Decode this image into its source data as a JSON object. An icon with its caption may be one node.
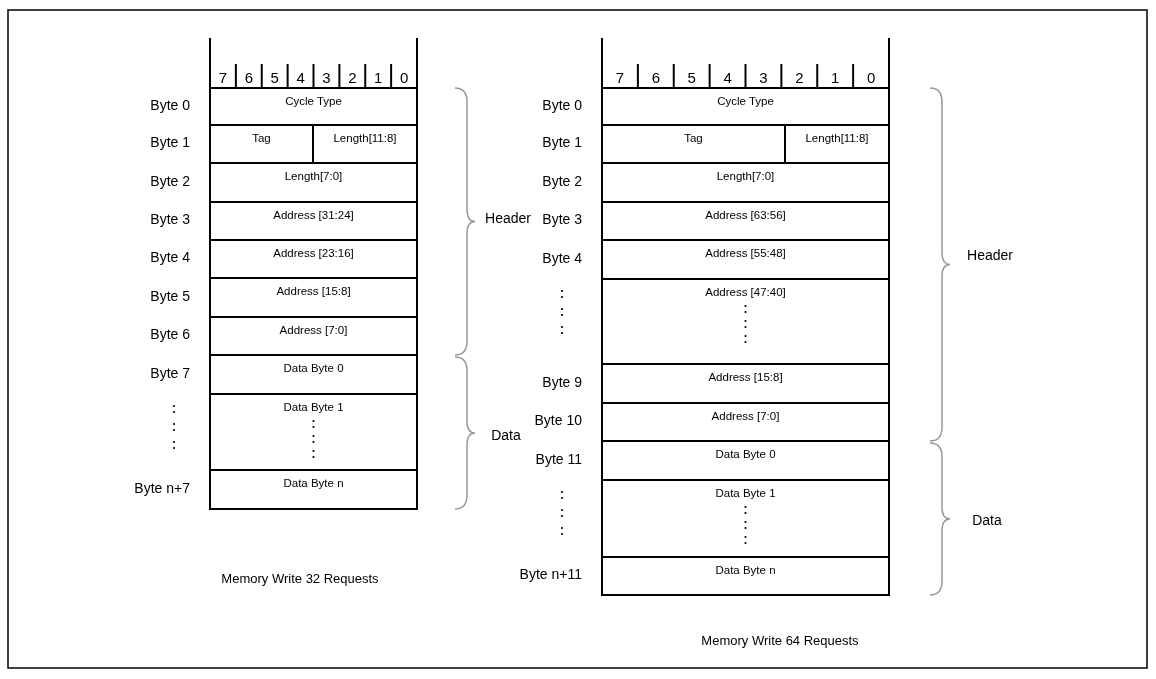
{
  "diagram": {
    "nodes": [
      {
        "text": [
          "Cycle Type"
        ],
        "beside": [
          "Byte 0"
        ]
      },
      {
        "text": [
          "Tag"
        ],
        "beside": [
          "Byte 1"
        ]
      },
      {
        "text": [
          "Length[11:8]"
        ]
      },
      {
        "text": [
          "Length[7:0]"
        ],
        "beside": [
          "Byte 2"
        ]
      },
      {
        "text": [
          "Address [31:24]"
        ],
        "beside": [
          "Byte 3"
        ]
      },
      {
        "text": [
          "Address [23:16]"
        ],
        "beside": [
          "Byte 4"
        ]
      },
      {
        "text": [
          "Address [15:8]"
        ],
        "beside": [
          "Byte 5"
        ]
      },
      {
        "text": [
          "Address [7:0]"
        ],
        "beside": [
          "Byte 6"
        ]
      },
      {
        "text": [
          "Data Byte 0"
        ],
        "beside": [
          "Byte 7"
        ]
      },
      {
        "text": [
          "Data Byte 1"
        ]
      },
      {
        "text": [
          "Data Byte n"
        ],
        "beside": [
          "Byte n+7"
        ]
      },
      {
        "text": [
          "Cycle Type"
        ],
        "beside": [
          "Byte 0"
        ]
      },
      {
        "text": [
          "Tag"
        ],
        "beside": [
          "Byte 1"
        ]
      },
      {
        "text": [
          "Length[11:8]"
        ]
      },
      {
        "text": [
          "Length[7:0]"
        ],
        "beside": [
          "Byte 2"
        ]
      },
      {
        "text": [
          "Address [63:56]"
        ],
        "beside": [
          "Byte 3"
        ]
      },
      {
        "text": [
          "Address [55:48]"
        ],
        "beside": [
          "Byte 4"
        ]
      },
      {
        "text": [
          "Address [47:40]"
        ]
      },
      {
        "text": [
          "Address [15:8]"
        ],
        "beside": [
          "Byte 9"
        ]
      },
      {
        "text": [
          "Address [7:0]"
        ],
        "beside": [
          "Byte 10"
        ]
      },
      {
        "text": [
          "Data Byte 0"
        ],
        "beside": [
          "Byte 11"
        ]
      },
      {
        "text": [
          "Data Byte 1"
        ]
      },
      {
        "text": [
          "Data Byte n"
        ],
        "beside": [
          "Byte n+11"
        ]
      }
    ],
    "labels": [
      "7",
      "6",
      "5",
      "4",
      "3",
      "2",
      "1",
      "0",
      "7",
      "6",
      "5",
      "4",
      "3",
      "2",
      "1",
      "0",
      "Header",
      "Data",
      "Header",
      "Data",
      "Memory Write 32 Requests",
      "Memory Write 64 Requests"
    ]
  }
}
